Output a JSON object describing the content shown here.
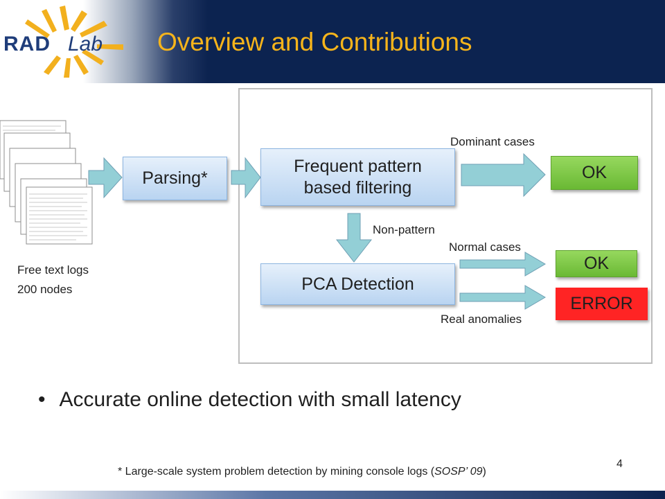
{
  "header": {
    "title": "Overview and Contributions",
    "logo_text": "RAD Lab"
  },
  "diagram": {
    "input_label": "Free text logs",
    "input_sublabel": "200 nodes",
    "parsing_label": "Parsing*",
    "filter_label_line1": "Frequent pattern",
    "filter_label_line2": "based filtering",
    "pca_label": "PCA Detection",
    "dominant_label": "Dominant cases",
    "nonpattern_label": "Non-pattern",
    "normal_label": "Normal cases",
    "anomalies_label": "Real anomalies",
    "ok1_label": "OK",
    "ok2_label": "OK",
    "error_label": "ERROR"
  },
  "bullet": {
    "marker": "•",
    "text": "Accurate online detection with small latency"
  },
  "footnote": {
    "prefix": "* Large-scale system problem detection by mining console logs (",
    "venue": "SOSP’ 09",
    "suffix": ")"
  },
  "page_number": "4",
  "colors": {
    "title": "#f6b41b",
    "header_bg": "#0c2350",
    "box_fill": "#b9d4f1",
    "ok_fill": "#6ab934",
    "error_fill": "#ff2424",
    "arrow_fill": "#93cfd6"
  }
}
